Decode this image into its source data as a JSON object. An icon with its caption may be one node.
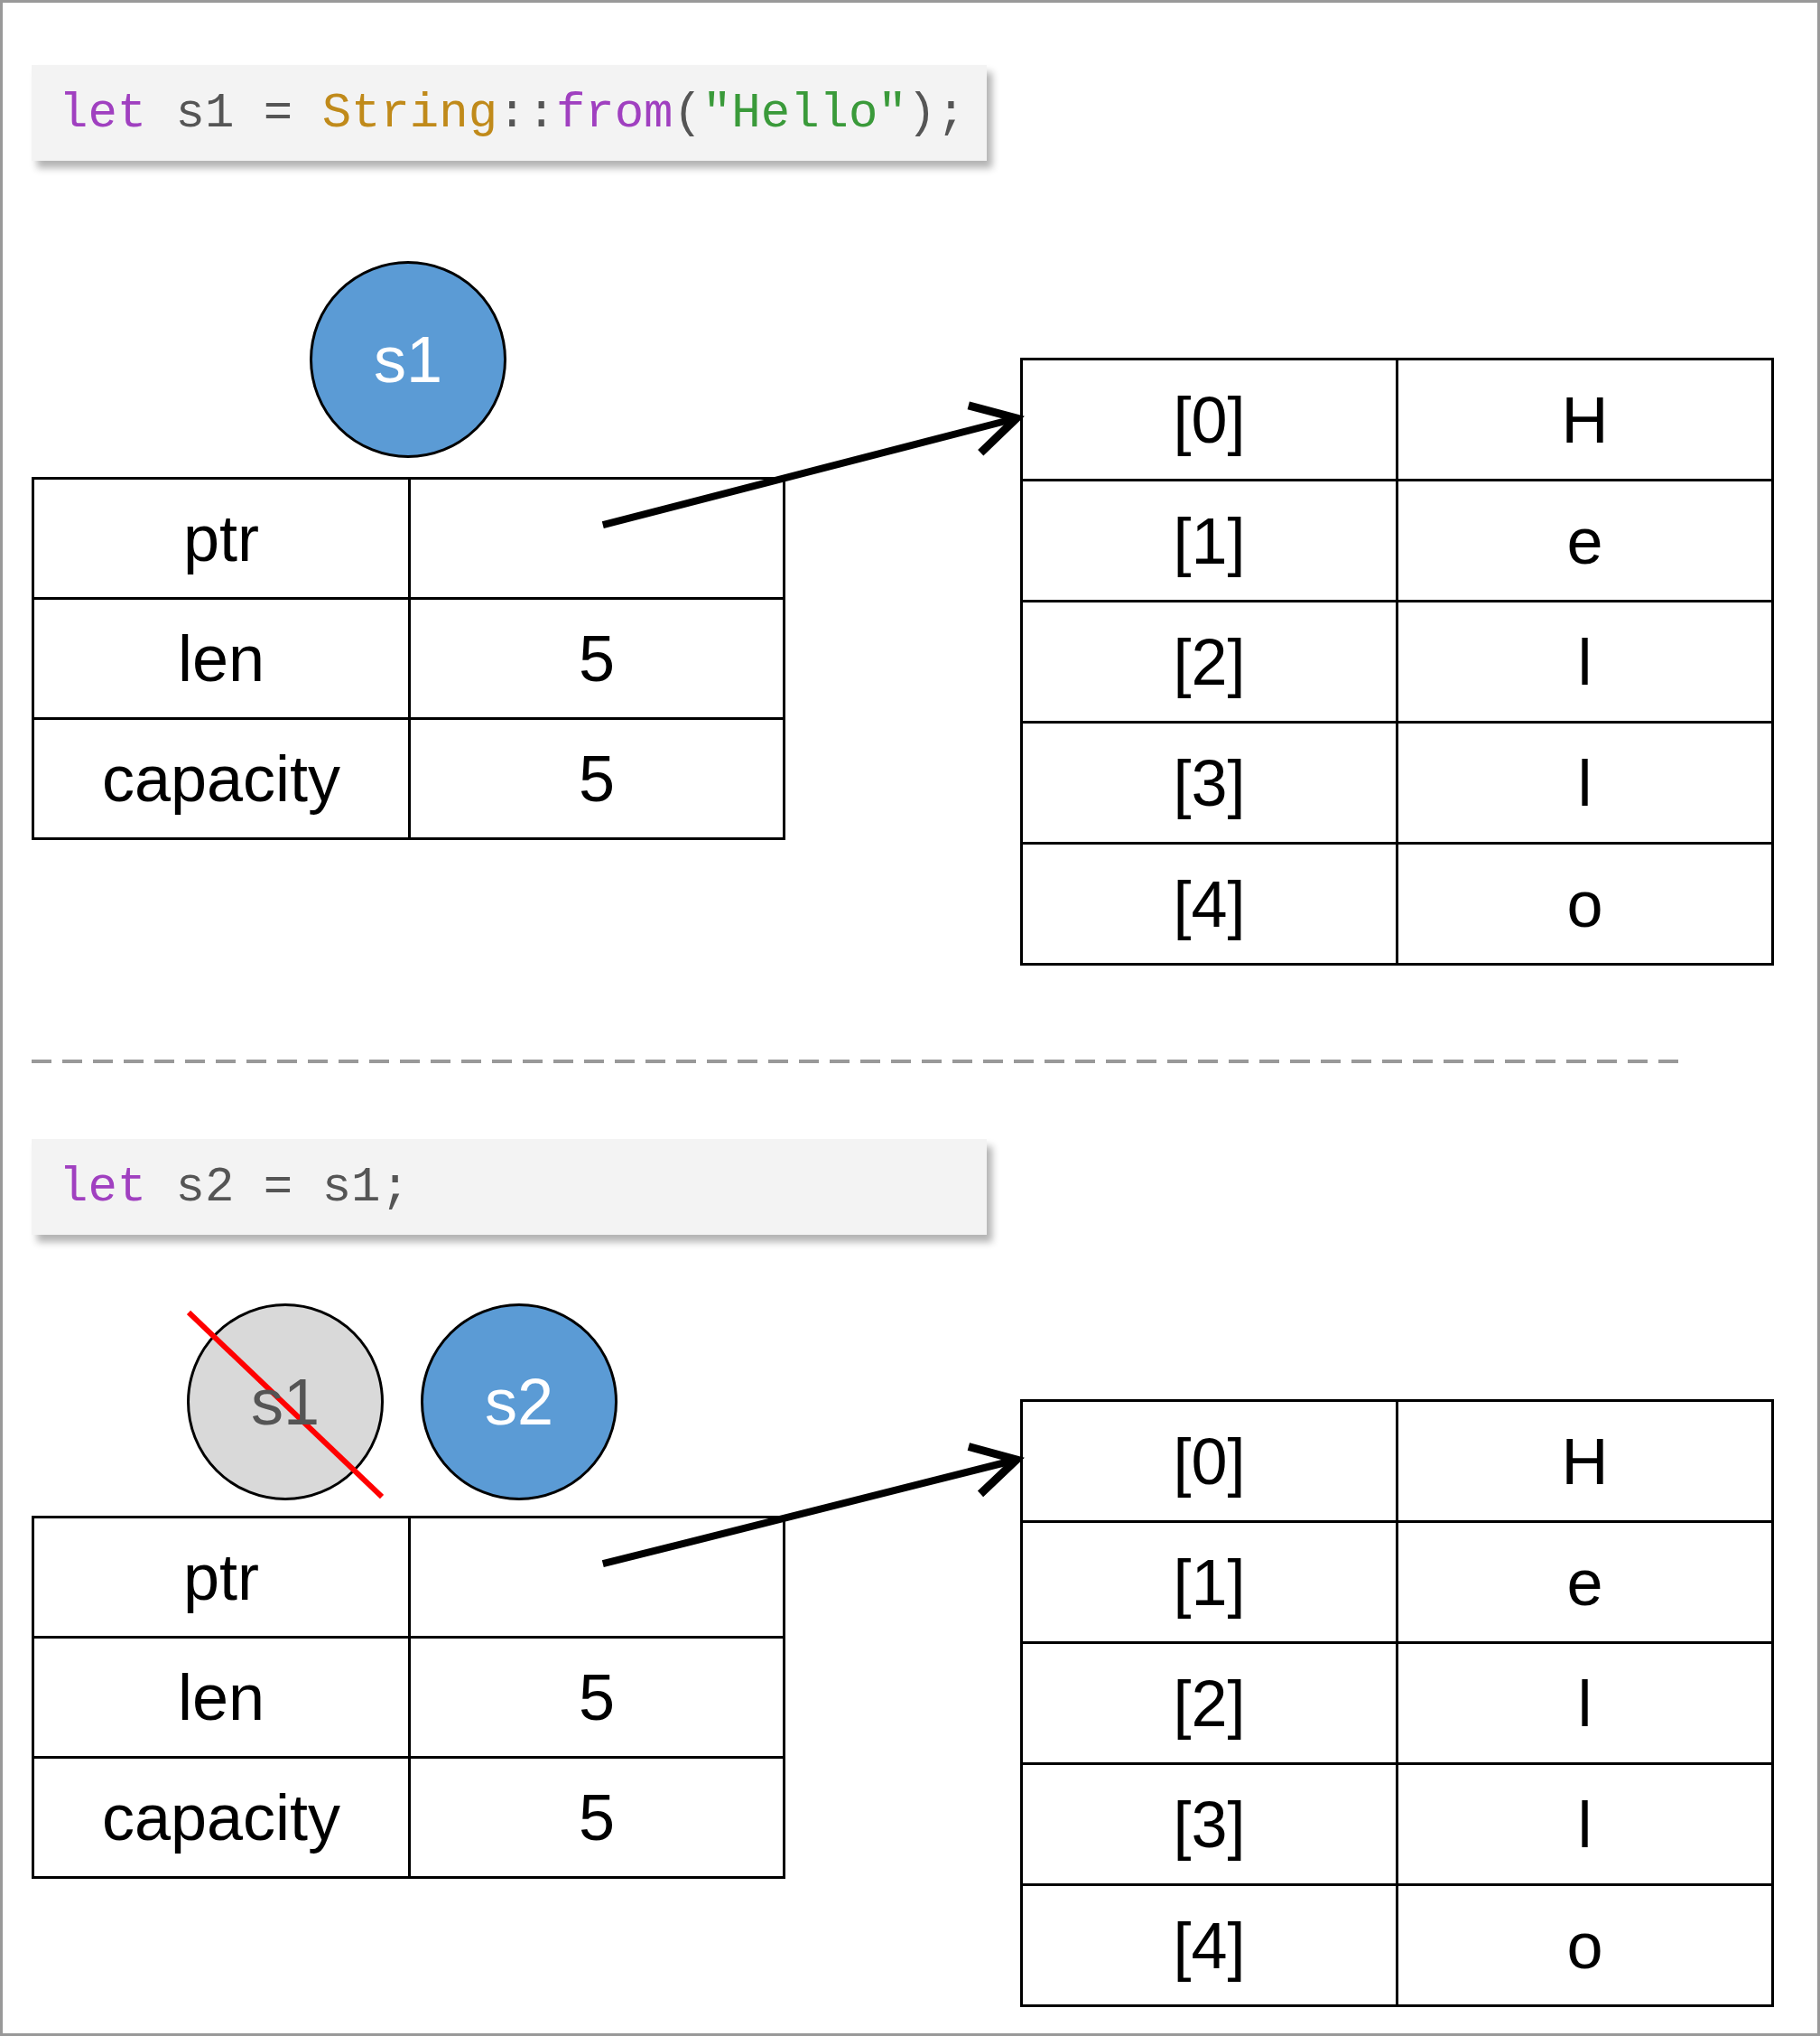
{
  "diagram": {
    "nodes": [
      {
        "text": [
          "s1"
        ]
      },
      {
        "text": [],
        "shape": "box"
      },
      {
        "text": [
          "[0]"
        ]
      },
      {
        "text": [
          "s1"
        ]
      },
      {
        "text": [
          "s2"
        ]
      },
      {
        "text": [],
        "shape": "box"
      },
      {
        "text": [
          "[0]"
        ]
      }
    ],
    "edges": [
      {
        "from": 1,
        "to": 2,
        "arrow": "to"
      },
      {
        "from": 5,
        "to": 6,
        "arrow": "to"
      }
    ],
    "labels": [
      "let s1 = String::from(\"Hello\");",
      "ptr",
      "len",
      "5",
      "capacity",
      "5",
      "H",
      "[1]",
      "e",
      "[2]",
      "l",
      "[3]",
      "l",
      "[4]",
      "o",
      "let s2 = s1;",
      "ptr",
      "len",
      "5",
      "capacity",
      "5",
      "H",
      "[1]",
      "e",
      "[2]",
      "l",
      "[3]",
      "l",
      "[4]",
      "o"
    ]
  }
}
